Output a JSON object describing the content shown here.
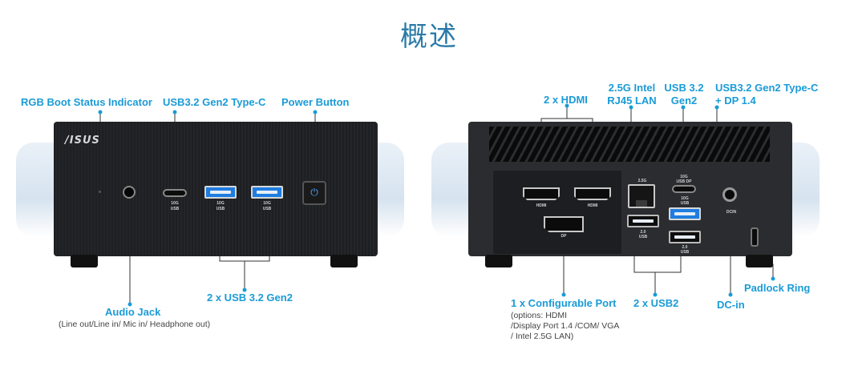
{
  "title": "概述",
  "front": {
    "logo": "/ISUS",
    "labels": {
      "rgb": "RGB Boot Status Indicator",
      "usbc": "USB3.2 Gen2 Type-C",
      "power": "Power Button",
      "usb2x": "2 x USB 3.2 Gen2",
      "audio": "Audio Jack",
      "audio_sub": "(Line out/Line in/ Mic in/ Headphone out)"
    },
    "port_text": {
      "usbc": "USB",
      "usba1": "USB",
      "usba2": "USB",
      "gen": "10G"
    }
  },
  "rear": {
    "labels": {
      "hdmi2x": "2 x HDMI",
      "lan": [
        "2.5G Intel",
        "RJ45 LAN"
      ],
      "usb32gen2": [
        "USB 3.2",
        "Gen2"
      ],
      "usbcdp": [
        "USB3.2 Gen2 Type-C",
        "+ DP 1.4"
      ],
      "config": "1 x Configurable Port",
      "config_sub": [
        "(options: HDMI",
        "/Display Port 1.4 /COM/ VGA",
        "/ Intel 2.5G LAN)"
      ],
      "usb2": "2 x USB2",
      "dcin": "DC-in",
      "padlock": "Padlock Ring"
    },
    "port_text": {
      "hdmi1": "HDMI",
      "hdmi2": "HDMI",
      "dp": "DP",
      "lan": "2.5G",
      "usbcdp": "USB DP",
      "usbcdp_top": "10G",
      "usba_blue": "USB",
      "usba_blue_top": "10G",
      "usb2a": "USB",
      "usb2a_top": "2.0",
      "usb2b": "USB",
      "usb2b_top": "2.0",
      "dcin": "DCIN"
    }
  },
  "colors": {
    "accent": "#1a9bd7",
    "title": "#2a7aa8",
    "usb_blue": "#1f7de0"
  }
}
